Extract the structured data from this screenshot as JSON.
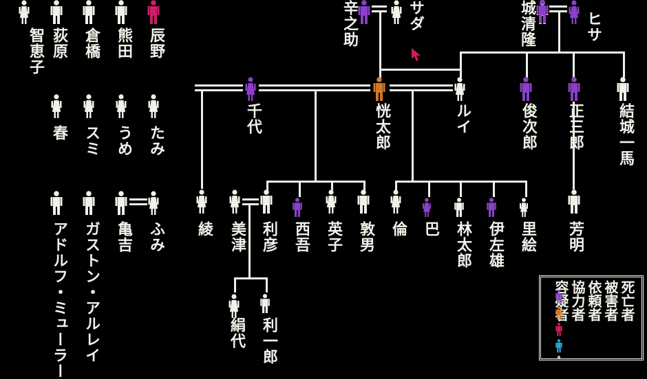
{
  "colors": {
    "white": "#eef2e8",
    "dead": "#8a3fc8",
    "victim": "#d2772a",
    "client": "#cc1f66",
    "collaborator": "#2aa9d8",
    "suspect": "#f0b8a0",
    "background": "#000000"
  },
  "left_cast": [
    {
      "name": "智恵子",
      "color": "white",
      "sex": "f"
    },
    {
      "name": "荻原",
      "color": "white",
      "sex": "m"
    },
    {
      "name": "倉橋",
      "color": "white",
      "sex": "m"
    },
    {
      "name": "熊田",
      "color": "white",
      "sex": "m"
    },
    {
      "name": "辰野",
      "color": "client",
      "sex": "m"
    },
    {
      "name": "春",
      "color": "white",
      "sex": "f"
    },
    {
      "name": "スミ",
      "color": "white",
      "sex": "f"
    },
    {
      "name": "うめ",
      "color": "white",
      "sex": "f"
    },
    {
      "name": "たみ",
      "color": "white",
      "sex": "f"
    },
    {
      "name": "アドルフ・ミューラー",
      "color": "white",
      "sex": "m"
    },
    {
      "name": "ガストン・アルレイ",
      "color": "white",
      "sex": "m"
    },
    {
      "name": "亀吉",
      "color": "white",
      "sex": "m"
    },
    {
      "name": "ふみ",
      "color": "white",
      "sex": "f"
    }
  ],
  "tree": [
    {
      "name": "辛之助",
      "color": "dead",
      "sex": "m"
    },
    {
      "name": "サダ",
      "color": "white",
      "sex": "f"
    },
    {
      "name": "城清隆",
      "color": "white",
      "sex": "m"
    },
    {
      "name": "",
      "color": "dead",
      "sex": "m"
    },
    {
      "name": "ヒサ",
      "color": "dead",
      "sex": "f"
    },
    {
      "name": "千代",
      "color": "dead",
      "sex": "f"
    },
    {
      "name": "恍太郎",
      "color": "victim",
      "sex": "m"
    },
    {
      "name": "ルイ",
      "color": "white",
      "sex": "f"
    },
    {
      "name": "俊次郎",
      "color": "dead",
      "sex": "m"
    },
    {
      "name": "正三郎",
      "color": "dead",
      "sex": "m"
    },
    {
      "name": "結城一馬",
      "color": "white",
      "sex": "m"
    },
    {
      "name": "綾",
      "color": "white",
      "sex": "f"
    },
    {
      "name": "美津",
      "color": "white",
      "sex": "f"
    },
    {
      "name": "利彦",
      "color": "white",
      "sex": "m"
    },
    {
      "name": "西吾",
      "color": "dead",
      "sex": "m"
    },
    {
      "name": "英子",
      "color": "white",
      "sex": "f"
    },
    {
      "name": "敦男",
      "color": "white",
      "sex": "m"
    },
    {
      "name": "倫",
      "color": "white",
      "sex": "f"
    },
    {
      "name": "巴",
      "color": "dead",
      "sex": "f"
    },
    {
      "name": "林太郎",
      "color": "white",
      "sex": "m"
    },
    {
      "name": "伊左雄",
      "color": "dead",
      "sex": "m"
    },
    {
      "name": "里絵",
      "color": "white",
      "sex": "f"
    },
    {
      "name": "芳明",
      "color": "white",
      "sex": "m"
    },
    {
      "name": "絹代",
      "color": "white",
      "sex": "f"
    },
    {
      "name": "利一郎",
      "color": "white",
      "sex": "m"
    }
  ],
  "legend": [
    {
      "label": "死亡者",
      "color": "dead"
    },
    {
      "label": "被害者",
      "color": "victim"
    },
    {
      "label": "依頼者",
      "color": "client"
    },
    {
      "label": "協力者",
      "color": "collaborator"
    },
    {
      "label": "容疑者",
      "color": "suspect"
    }
  ]
}
